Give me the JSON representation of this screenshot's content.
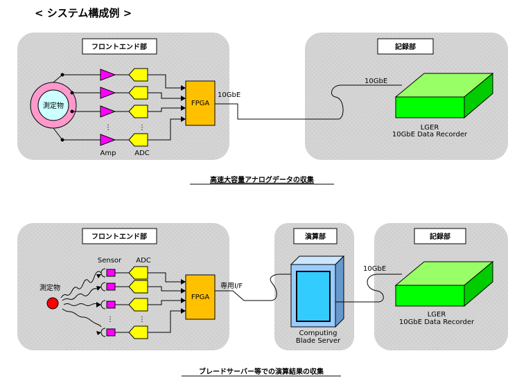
{
  "title": "< システム構成例 >",
  "system1": {
    "frontend_label": "フロントエンド部",
    "recorder_label": "記録部",
    "target_label": "測定物",
    "amp_label": "Amp",
    "adc_label": "ADC",
    "fpga_label": "FPGA",
    "link_label_left": "10GbE",
    "link_label_right": "10GbE",
    "recorder_name": "LGER",
    "recorder_desc": "10GbE Data Recorder",
    "dots": "⋮",
    "caption": "高速大容量アナログデータの収集"
  },
  "system2": {
    "frontend_label": "フロントエンド部",
    "compute_label": "演算部",
    "recorder_label": "記録部",
    "target_label": "測定物",
    "sensor_label": "Sensor",
    "adc_label": "ADC",
    "fpga_label": "FPGA",
    "if_label": "専用I/F",
    "link_label": "10GbE",
    "server_name": "Computing",
    "server_desc": "Blade Server",
    "recorder_name": "LGER",
    "recorder_desc": "10GbE Data Recorder",
    "dots": "⋮",
    "caption": "ブレードサーバー等での演算結果の収集"
  },
  "colors": {
    "panel": "#d9d9d9",
    "amp": "#ff00ff",
    "sensor": "#ff00ff",
    "adc": "#ffff00",
    "fpga": "#ffc000",
    "recorder": "#00ff00",
    "server": "#99ccff",
    "target_ring": "#ff99cc",
    "target_core": "#ccffff",
    "target_dot": "#ff0000"
  }
}
